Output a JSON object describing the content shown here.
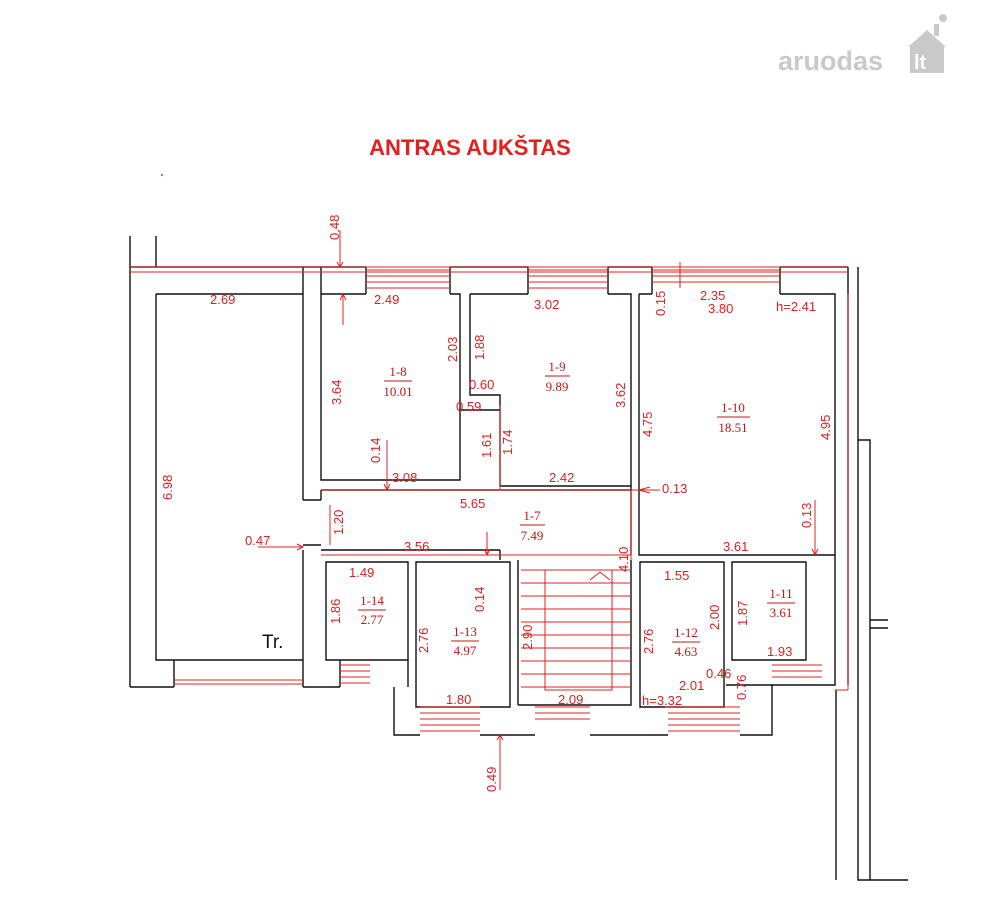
{
  "title": "ANTRAS AUKŠTAS",
  "watermark": {
    "text": "aruodas",
    "suffix": "lt"
  },
  "stair_label": "Tr.",
  "rooms": [
    {
      "id": "1-8",
      "area": "10.01"
    },
    {
      "id": "1-9",
      "area": "9.89"
    },
    {
      "id": "1-10",
      "area": "18.51"
    },
    {
      "id": "1-7",
      "area": "7.49"
    },
    {
      "id": "1-14",
      "area": "2.77"
    },
    {
      "id": "1-13",
      "area": "4.97"
    },
    {
      "id": "1-12",
      "area": "4.63"
    },
    {
      "id": "1-11",
      "area": "3.61"
    }
  ],
  "dimensions": [
    "0.48",
    "2.69",
    "2.49",
    "3.02",
    "0.15",
    "2.35",
    "3.80",
    "h=2.41",
    "2.03",
    "1.88",
    "0.60",
    "0.59",
    "3.64",
    "3.62",
    "4.75",
    "4.95",
    "6.98",
    "0.14",
    "1.61",
    "1.74",
    "3.08",
    "2.42",
    "5.65",
    "0.13",
    "1.20",
    "0.47",
    "3.56",
    "0.13",
    "3.61",
    "4.10",
    "1.49",
    "1.86",
    "1.55",
    "2.00",
    "1.87",
    "0.14",
    "2.76",
    "2.90",
    "2.76",
    "1.93",
    "0.46",
    "2.01",
    "0.76",
    "h=3.32",
    "1.80",
    "2.09",
    "0.49"
  ]
}
